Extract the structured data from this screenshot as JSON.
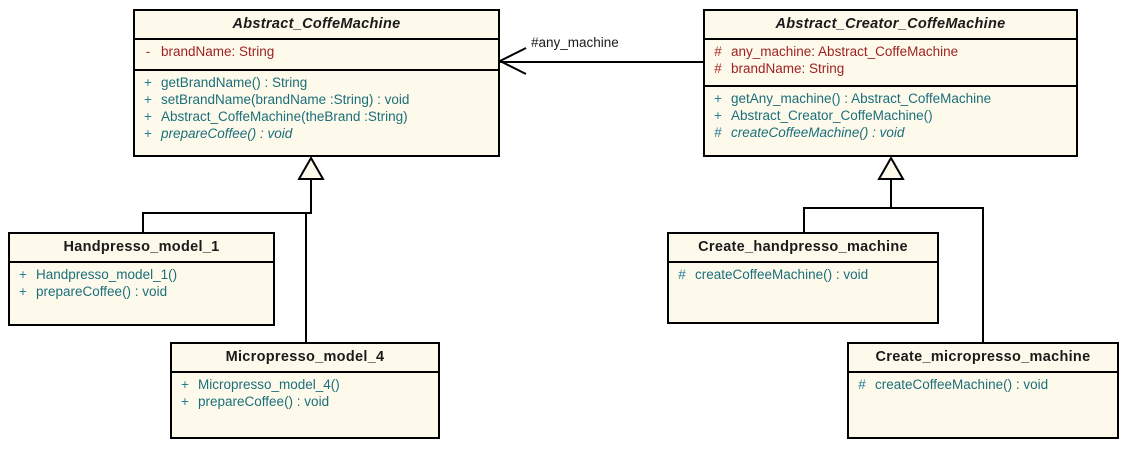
{
  "diagram": {
    "title": "Abstract Factory coffee machine class diagram",
    "colors": {
      "box_fill": "#fdfaec",
      "border": "#000000",
      "attribute_text": "#9e1f1f",
      "operation_text": "#1c6e79",
      "name_text": "#1a1a1a",
      "background": "#ffffff"
    },
    "association": {
      "label": "#any_machine"
    }
  },
  "classes": {
    "abstract_coffe_machine": {
      "name": "Abstract_CoffeMachine",
      "abstract": true,
      "attributes": [
        {
          "visibility": "-",
          "text": "brandName:  String"
        }
      ],
      "operations": [
        {
          "visibility": "+",
          "text": "getBrandName() : String",
          "abstract": false
        },
        {
          "visibility": "+",
          "text": "setBrandName(brandName :String) : void",
          "abstract": false
        },
        {
          "visibility": "+",
          "text": "Abstract_CoffeMachine(theBrand :String)",
          "abstract": false
        },
        {
          "visibility": "+",
          "text": "prepareCoffee() : void",
          "abstract": true
        }
      ]
    },
    "abstract_creator_coffe_machine": {
      "name": "Abstract_Creator_CoffeMachine",
      "abstract": true,
      "attributes": [
        {
          "visibility": "#",
          "text": "any_machine:  Abstract_CoffeMachine"
        },
        {
          "visibility": "#",
          "text": "brandName:  String"
        }
      ],
      "operations": [
        {
          "visibility": "+",
          "text": "getAny_machine() : Abstract_CoffeMachine",
          "abstract": false
        },
        {
          "visibility": "+",
          "text": "Abstract_Creator_CoffeMachine()",
          "abstract": false
        },
        {
          "visibility": "#",
          "text": "createCoffeeMachine() : void",
          "abstract": true
        }
      ]
    },
    "handpresso_model_1": {
      "name": "Handpresso_model_1",
      "abstract": false,
      "operations": [
        {
          "visibility": "+",
          "text": "Handpresso_model_1()",
          "abstract": false
        },
        {
          "visibility": "+",
          "text": "prepareCoffee() : void",
          "abstract": false
        }
      ]
    },
    "micropresso_model_4": {
      "name": "Micropresso_model_4",
      "abstract": false,
      "operations": [
        {
          "visibility": "+",
          "text": "Micropresso_model_4()",
          "abstract": false
        },
        {
          "visibility": "+",
          "text": "prepareCoffee() : void",
          "abstract": false
        }
      ]
    },
    "create_handpresso_machine": {
      "name": "Create_handpresso_machine",
      "abstract": false,
      "operations": [
        {
          "visibility": "#",
          "text": "createCoffeeMachine() : void",
          "abstract": false
        }
      ]
    },
    "create_micropresso_machine": {
      "name": "Create_micropresso_machine",
      "abstract": false,
      "operations": [
        {
          "visibility": "#",
          "text": "createCoffeeMachine() : void",
          "abstract": false
        }
      ]
    }
  }
}
